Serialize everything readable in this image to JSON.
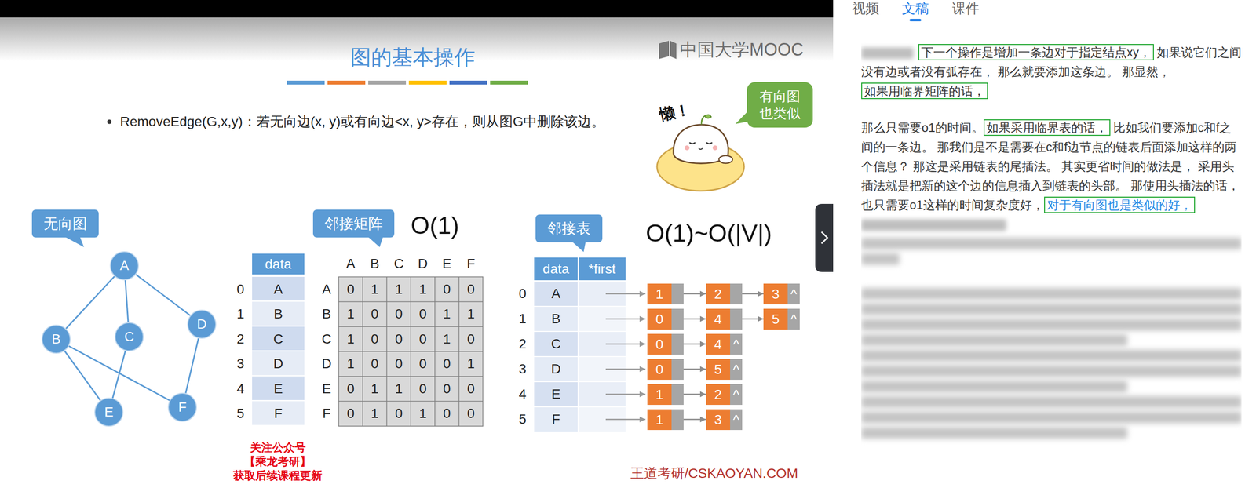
{
  "diagram": {
    "title": "图的基本操作",
    "nodes": [
      {
        "text": [
          "有向图 也类似"
        ]
      },
      {
        "text": [
          "无向图"
        ]
      },
      {
        "text": [
          "邻接矩阵"
        ]
      },
      {
        "text": [
          "邻接表"
        ]
      },
      {
        "text": [
          "A"
        ]
      },
      {
        "text": [
          "B"
        ]
      },
      {
        "text": [
          "C"
        ]
      },
      {
        "text": [
          "D"
        ]
      },
      {
        "text": [
          "E"
        ]
      },
      {
        "text": [
          "F"
        ]
      },
      {
        "text": [
          "1"
        ]
      },
      {
        "text": [
          "2"
        ]
      },
      {
        "text": [
          "3",
          "^"
        ]
      },
      {
        "text": [
          "0"
        ]
      },
      {
        "text": [
          "4"
        ]
      },
      {
        "text": [
          "5",
          "^"
        ]
      },
      {
        "text": [
          "0"
        ]
      },
      {
        "text": [
          "4",
          "^"
        ]
      },
      {
        "text": [
          "0"
        ]
      },
      {
        "text": [
          "5",
          "^"
        ]
      },
      {
        "text": [
          "1"
        ]
      },
      {
        "text": [
          "2",
          "^"
        ]
      },
      {
        "text": [
          "1"
        ]
      },
      {
        "text": [
          "3",
          "^"
        ]
      },
      {
        "text": [
          "下一个操作是增加一条边对于指定结点xy，"
        ]
      },
      {
        "text": [
          "如果用临界矩阵的话，"
        ]
      },
      {
        "text": [
          "如果采用临界表的话，"
        ]
      },
      {
        "text": [
          "对于有向图也是类似的好，"
        ]
      }
    ],
    "edges": [
      {
        "from": 4,
        "to": 5,
        "arrow": "none"
      },
      {
        "from": 4,
        "to": 6,
        "arrow": "none"
      },
      {
        "from": 4,
        "to": 7,
        "arrow": "none"
      },
      {
        "from": 5,
        "to": 8,
        "arrow": "none"
      },
      {
        "from": 5,
        "to": 9,
        "arrow": "none"
      },
      {
        "from": 6,
        "to": 8,
        "arrow": "none"
      },
      {
        "from": 7,
        "to": 9,
        "arrow": "none"
      },
      {
        "from": 10,
        "to": 11,
        "arrow": "to"
      },
      {
        "from": 11,
        "to": 12,
        "arrow": "to"
      },
      {
        "from": 13,
        "to": 14,
        "arrow": "to"
      },
      {
        "from": 14,
        "to": 15,
        "arrow": "to"
      },
      {
        "from": 16,
        "to": 17,
        "arrow": "to"
      },
      {
        "from": 18,
        "to": 19,
        "arrow": "to"
      },
      {
        "from": 20,
        "to": 21,
        "arrow": "to"
      },
      {
        "from": 22,
        "to": 23,
        "arrow": "to"
      }
    ],
    "labels": [
      "中国大学MOOC",
      "RemoveEdge(G,x,y)：若无向边(x, y)或有向边<x, y>存在，则从图G中删除该边。",
      "懒！",
      "O(1)",
      "O(1)~O(|V|)",
      "data",
      "0",
      "1",
      "2",
      "3",
      "4",
      "5",
      "A",
      "B",
      "C",
      "D",
      "E",
      "F",
      "A",
      "B",
      "C",
      "D",
      "E",
      "F",
      "A",
      "B",
      "C",
      "D",
      "E",
      "F",
      "0",
      "1",
      "1",
      "1",
      "0",
      "0",
      "1",
      "0",
      "0",
      "0",
      "1",
      "1",
      "1",
      "0",
      "0",
      "0",
      "1",
      "0",
      "1",
      "0",
      "0",
      "0",
      "0",
      "1",
      "0",
      "1",
      "1",
      "0",
      "0",
      "0",
      "0",
      "1",
      "0",
      "1",
      "0",
      "0",
      "data",
      "*first",
      "0",
      "1",
      "2",
      "3",
      "4",
      "5",
      "A",
      "B",
      "C",
      "D",
      "E",
      "F",
      "关注公众号【乘龙考研】 获取后续课程更新",
      "王道考研/CSKAOYAN.COM",
      "视频",
      "文稿",
      "课件",
      "如果说它们之间没有边或者没有弧存在， 那么就要添加这条边。 那显然，",
      "那么只需要o1的时间。",
      "比如我们要添加c和f之间的一条边。 那我们是不是需要在c和f边节点的链表后面添加这样的两个信息？ 那这是采用链表的尾插法。 其实更省时间的做法是， 采用头插法就是把新的这个边的信息插入到链表的头部。 那使用头插法的话， 也只需要o1这样的时间复杂度好，"
    ]
  }
}
